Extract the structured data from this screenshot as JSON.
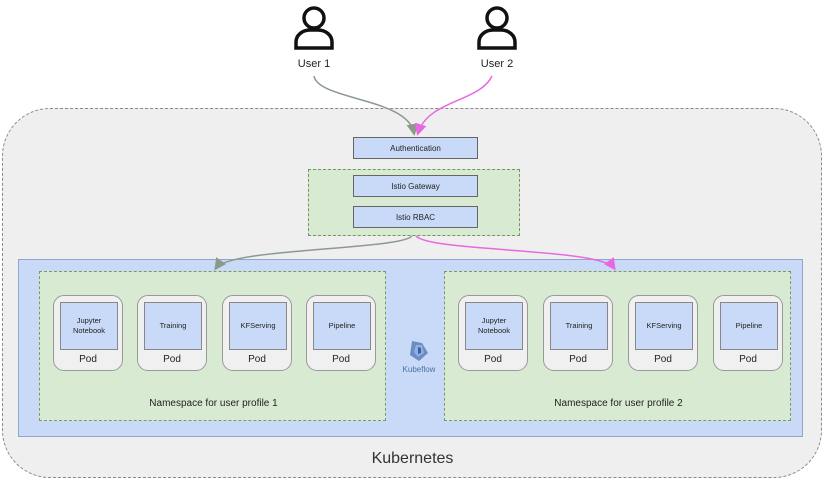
{
  "users": [
    {
      "label": "User 1"
    },
    {
      "label": "User 2"
    }
  ],
  "services": {
    "authentication": "Authentication",
    "istio_gateway": "Istio Gateway",
    "istio_rbac": "Istio RBAC"
  },
  "cluster_label": "Kubernetes",
  "kubeflow_label": "Kubeflow",
  "namespaces": [
    {
      "label": "Namespace for user profile 1",
      "pods": [
        {
          "app": "Jupyter Notebook",
          "label": "Pod"
        },
        {
          "app": "Training",
          "label": "Pod"
        },
        {
          "app": "KFServing",
          "label": "Pod"
        },
        {
          "app": "Pipeline",
          "label": "Pod"
        }
      ]
    },
    {
      "label": "Namespace for user profile 2",
      "pods": [
        {
          "app": "Jupyter Notebook",
          "label": "Pod"
        },
        {
          "app": "Training",
          "label": "Pod"
        },
        {
          "app": "KFServing",
          "label": "Pod"
        },
        {
          "app": "Pipeline",
          "label": "Pod"
        }
      ]
    }
  ],
  "colors": {
    "user1_flow": "#8c9a8c",
    "user2_flow": "#e868e0"
  },
  "icons": [
    "user-icon",
    "kubeflow-logo-icon"
  ]
}
